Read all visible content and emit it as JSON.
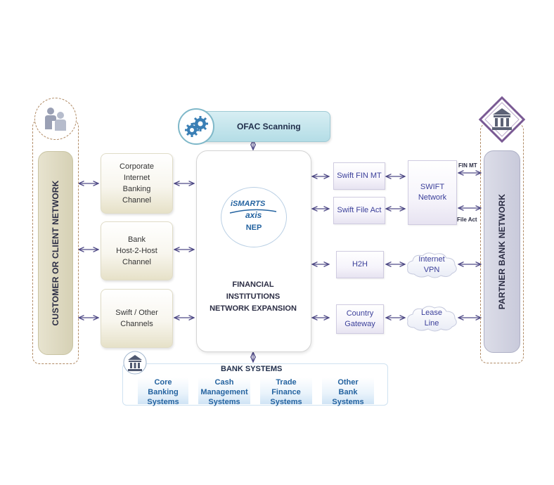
{
  "left_network": {
    "title": "CUSTOMER OR CLIENT NETWORK",
    "icon": "users-icon"
  },
  "right_network": {
    "title": "PARTNER BANK NETWORK",
    "icon": "bank-building-icon"
  },
  "channels": [
    {
      "label": "Corporate\nInternet\nBanking\nChannel"
    },
    {
      "label": "Bank\nHost-2-Host\nChannel"
    },
    {
      "label": "Swift / Other\nChannels"
    }
  ],
  "ofac": {
    "label": "OFAC Scanning",
    "icon": "gears-icon"
  },
  "center": {
    "logo_top": "iSMARTS",
    "logo_bottom": "axis",
    "product": "NEP",
    "title_line1": "FINANCIAL",
    "title_line2": "INSTITUTIONS",
    "title_line3": "NETWORK EXPANSION"
  },
  "outputs": [
    {
      "label": "Swift FIN MT"
    },
    {
      "label": "Swift File Act"
    },
    {
      "label": "H2H"
    },
    {
      "label": "Country\nGateway"
    }
  ],
  "swift_network": {
    "label": "SWIFT\nNetwork",
    "fin_mt": "FIN MT",
    "file_act": "File Act"
  },
  "clouds": [
    {
      "label": "Internet\nVPN"
    },
    {
      "label": "Lease\nLine"
    }
  ],
  "bank_systems": {
    "title": "BANK SYSTEMS",
    "icon": "bank-building-icon",
    "items": [
      {
        "label": "Core\nBanking\nSystems"
      },
      {
        "label": "Cash\nManagement\nSystems"
      },
      {
        "label": "Trade\nFinance\nSystems"
      },
      {
        "label": "Other\nBank\nSystems"
      }
    ]
  },
  "colors": {
    "arrow": "#4f4a86",
    "left_pill": "#d6d1b5",
    "right_pill": "#c9cadb",
    "ofac_bar": "#b4dde6",
    "accent_blue": "#2463a0",
    "purple_text": "#3b3f9a",
    "frame_dash": "#b08a64",
    "bank_diamond": "#7a5a94"
  }
}
